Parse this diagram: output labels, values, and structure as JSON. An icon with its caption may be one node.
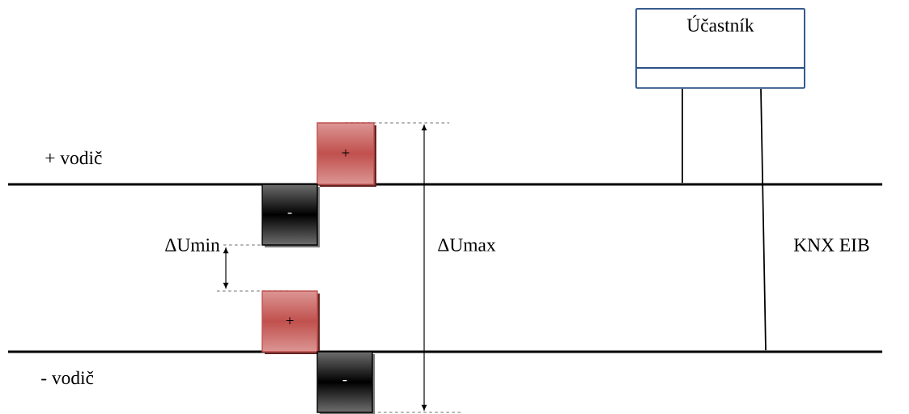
{
  "diagram": {
    "nodes": [
      {
        "text": [
          "Účastník"
        ]
      },
      {
        "text": [],
        "shape": "bar",
        "beside": [
          "+ vodič"
        ]
      },
      {
        "text": [],
        "shape": "bar",
        "beside": [
          "- vodič"
        ]
      },
      {
        "text": [
          "+"
        ]
      },
      {
        "text": [
          "-"
        ]
      },
      {
        "text": [
          "+"
        ]
      },
      {
        "text": [
          "-"
        ]
      }
    ],
    "edges": [
      {
        "from": 0,
        "to": 1,
        "arrow": "none"
      },
      {
        "from": 0,
        "to": 2,
        "arrow": "none"
      }
    ],
    "labels": [
      "ΔUmin",
      "ΔUmax",
      "KNX EIB"
    ]
  }
}
